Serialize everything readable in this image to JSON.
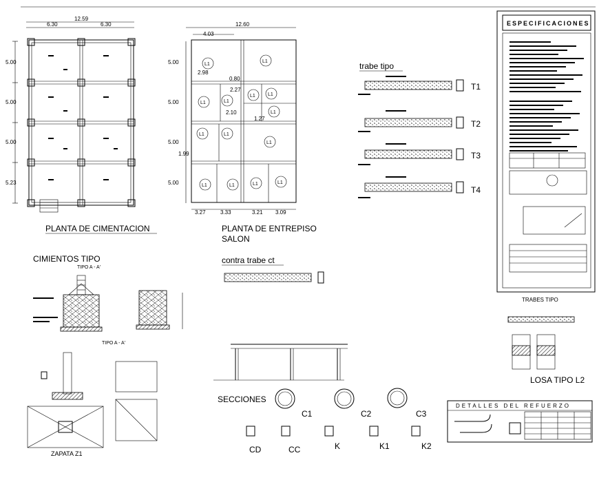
{
  "plan_cimentacion": {
    "title": "PLANTA DE CIMENTACION",
    "dim_total": "12.59",
    "dim_left": "6.30",
    "dim_right": "6.30",
    "dims_vertical": [
      "5.00",
      "5.00",
      "5.00",
      "5.23"
    ]
  },
  "plan_entrepiso": {
    "title_line1": "PLANTA DE ENTREPISO",
    "title_line2": "SALON",
    "dim_total": "12.60",
    "dim_top": "4.03",
    "dims_vertical": [
      "5.00",
      "5.00",
      "5.00",
      "5.00"
    ],
    "inner_dims": [
      "2.98",
      "0.80",
      "2.27",
      "2.10",
      "1.27",
      "1.99"
    ],
    "bottom_dims": [
      "3.27",
      "3.33",
      "3.21",
      "3.09"
    ],
    "slab_label": "L1"
  },
  "trabe_tipo": {
    "title": "trabe tipo",
    "labels": [
      "T1",
      "T2",
      "T3",
      "T4"
    ]
  },
  "cimientos": {
    "title": "CIMIENTOS TIPO",
    "section_top": "TIPO A - A'",
    "section_bottom": "TIPO A - A'"
  },
  "contra_trabe": {
    "title": "contra trabe ct"
  },
  "zapata": {
    "title": "ZAPATA Z1"
  },
  "secciones": {
    "title": "SECCIONES",
    "columns": [
      "C1",
      "C2",
      "C3"
    ],
    "small": [
      "CD",
      "CC",
      "K",
      "K1",
      "K2"
    ]
  },
  "especificaciones": {
    "title": "ESPECIFICACIONES"
  },
  "trabes_tipo_small": {
    "title": "TRABES TIPO"
  },
  "losa": {
    "title": "LOSA TIPO L2"
  },
  "detalles": {
    "title": "DETALLES DEL REFUERZO"
  }
}
